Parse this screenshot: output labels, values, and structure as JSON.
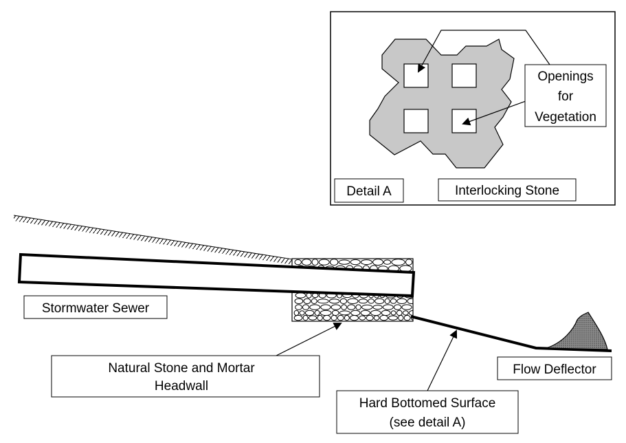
{
  "detail": {
    "label": "Detail A",
    "title": "Interlocking Stone",
    "openings_lines": [
      "Openings",
      "for",
      "Vegetation"
    ]
  },
  "labels": {
    "stormwater_sewer": "Stormwater Sewer",
    "headwall_lines": [
      "Natural Stone and Mortar",
      "Headwall"
    ],
    "flow_deflector": "Flow Deflector",
    "hard_bottom_lines": [
      "Hard Bottomed Surface",
      "(see detail A)"
    ]
  },
  "colors": {
    "stone_gray": "#c8c8c8",
    "deflector_fill": "#9a9a9a",
    "line": "#000000",
    "background": "#ffffff"
  }
}
